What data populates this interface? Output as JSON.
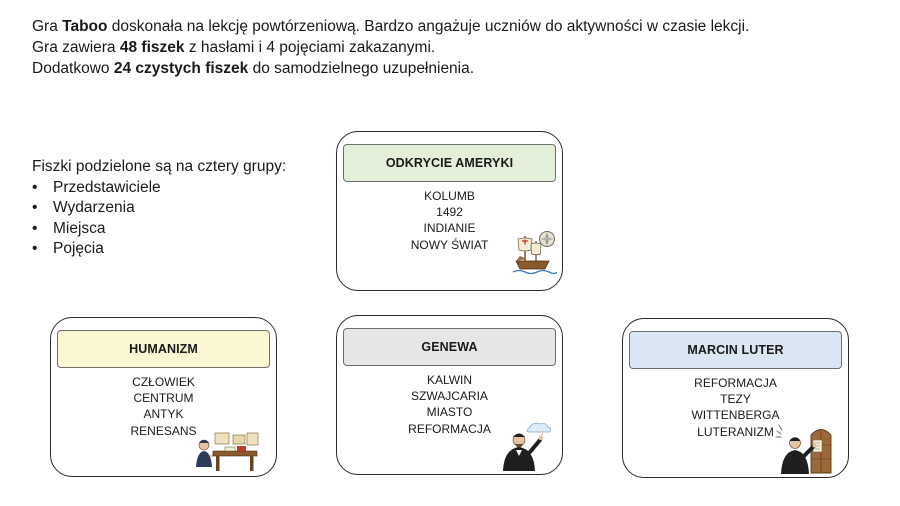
{
  "intro": {
    "line1": {
      "b1": "Gra ",
      "b2": "Taboo",
      "b3": " doskonała na lekcję powtórzeniową. Bardzo angażuje uczniów do aktywności w czasie lekcji."
    },
    "line2": {
      "b1": "Gra zawiera  ",
      "b2": "48 fiszek",
      "b3": " z hasłami  i 4 pojęciami zakazanymi."
    },
    "line3": {
      "b1": "Dodatkowo  ",
      "b2": "24 czystych fiszek",
      "b3": " do  samodzielnego uzupełnienia."
    }
  },
  "groups": {
    "heading": "Fiszki podzielone są na cztery grupy:",
    "items": [
      "Przedstawiciele",
      "Wydarzenia",
      "Miejsca",
      "Pojęcia"
    ]
  },
  "cards": [
    {
      "title": "ODKRYCIE AMERYKI",
      "words": [
        "KOLUMB",
        "1492",
        "INDIANIE",
        "NOWY ŚWIAT"
      ],
      "color": "#e2efd9",
      "image": "ship-compass-icon"
    },
    {
      "title": "HUMANIZM",
      "words": [
        "CZŁOWIEK",
        "CENTRUM",
        "ANTYK",
        "RENESANS"
      ],
      "color": "#fbf7d3",
      "image": "scholar-at-desk-icon"
    },
    {
      "title": "GENEWA",
      "words": [
        "KALWIN",
        "SZWAJCARIA",
        "MIASTO",
        "REFORMACJA"
      ],
      "color": "#e6e6e6",
      "image": "preacher-icon"
    },
    {
      "title": "MARCIN LUTER",
      "words": [
        "REFORMACJA",
        "TEZY",
        "WITTENBERGA",
        "LUTERANIZM"
      ],
      "color": "#dae6f3",
      "image": "luther-door-icon"
    }
  ]
}
